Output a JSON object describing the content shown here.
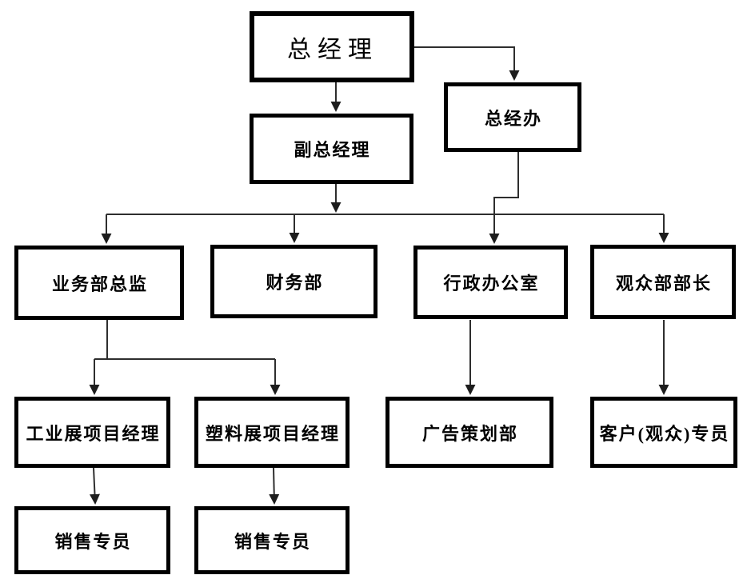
{
  "diagram": {
    "type": "org-chart",
    "background": "#ffffff",
    "colors": {
      "box_border": "#000000",
      "box_fill": "#ffffff",
      "connector_line": "#2e2e2e",
      "text": "#000000"
    },
    "nodes": {
      "gm": {
        "label": "总经理"
      },
      "gmo": {
        "label": "总经办"
      },
      "dgm": {
        "label": "副总经理"
      },
      "biz": {
        "label": "业务部总监"
      },
      "fin": {
        "label": "财务部"
      },
      "admin": {
        "label": "行政办公室"
      },
      "aud": {
        "label": "观众部部长"
      },
      "ind": {
        "label": "工业展项目经理"
      },
      "pla": {
        "label": "塑料展项目经理"
      },
      "adv": {
        "label": "广告策划部"
      },
      "cust": {
        "label": "客户(观众)专员"
      },
      "sales1": {
        "label": "销售专员"
      },
      "sales2": {
        "label": "销售专员"
      }
    },
    "edges": [
      {
        "from": "总经理",
        "to": "副总经理"
      },
      {
        "from": "总经理",
        "to": "总经办"
      },
      {
        "from": "副总经理",
        "to": "业务部总监"
      },
      {
        "from": "副总经理",
        "to": "财务部"
      },
      {
        "from": "副总经理",
        "to": "观众部部长"
      },
      {
        "from": "总经办",
        "to": "行政办公室"
      },
      {
        "from": "业务部总监",
        "to": "工业展项目经理"
      },
      {
        "from": "业务部总监",
        "to": "塑料展项目经理"
      },
      {
        "from": "行政办公室",
        "to": "广告策划部"
      },
      {
        "from": "观众部部长",
        "to": "客户(观众)专员"
      },
      {
        "from": "工业展项目经理",
        "to": "销售专员"
      },
      {
        "from": "塑料展项目经理",
        "to": "销售专员"
      }
    ]
  }
}
